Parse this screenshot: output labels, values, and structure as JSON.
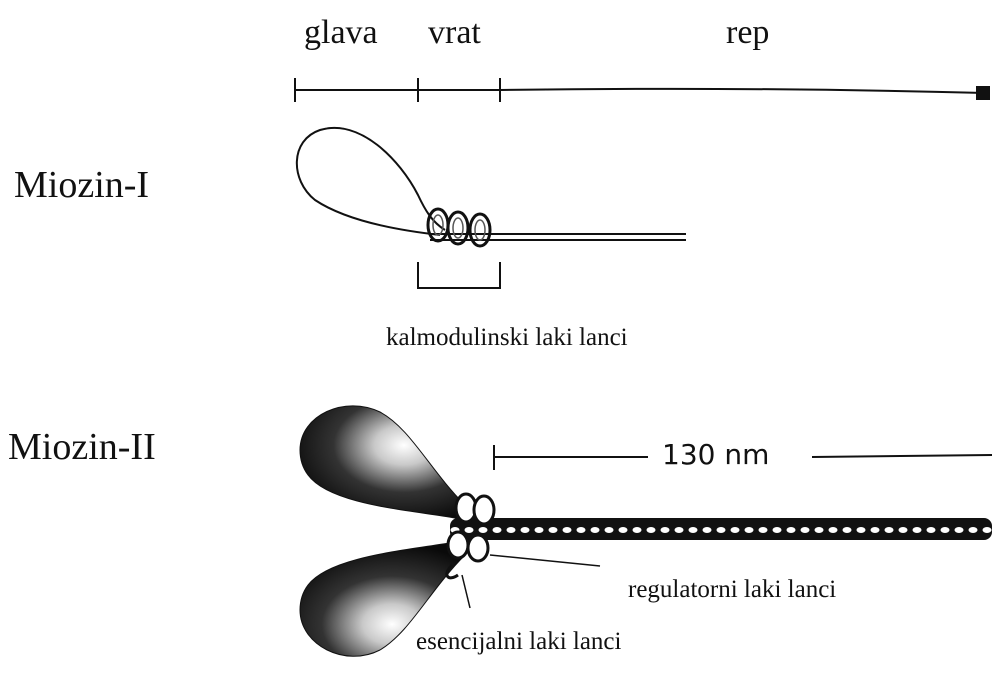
{
  "segments": {
    "head": "glava",
    "neck": "vrat",
    "tail": "rep"
  },
  "myosin1": {
    "name": "Miozin-I",
    "light_chains_label": "kalmodulinski laki lanci"
  },
  "myosin2": {
    "name": "Miozin-II",
    "scale_label": "130 nm",
    "regulatory_label": "regulatorni laki lanci",
    "essential_label": "esencijalni laki lanci"
  }
}
